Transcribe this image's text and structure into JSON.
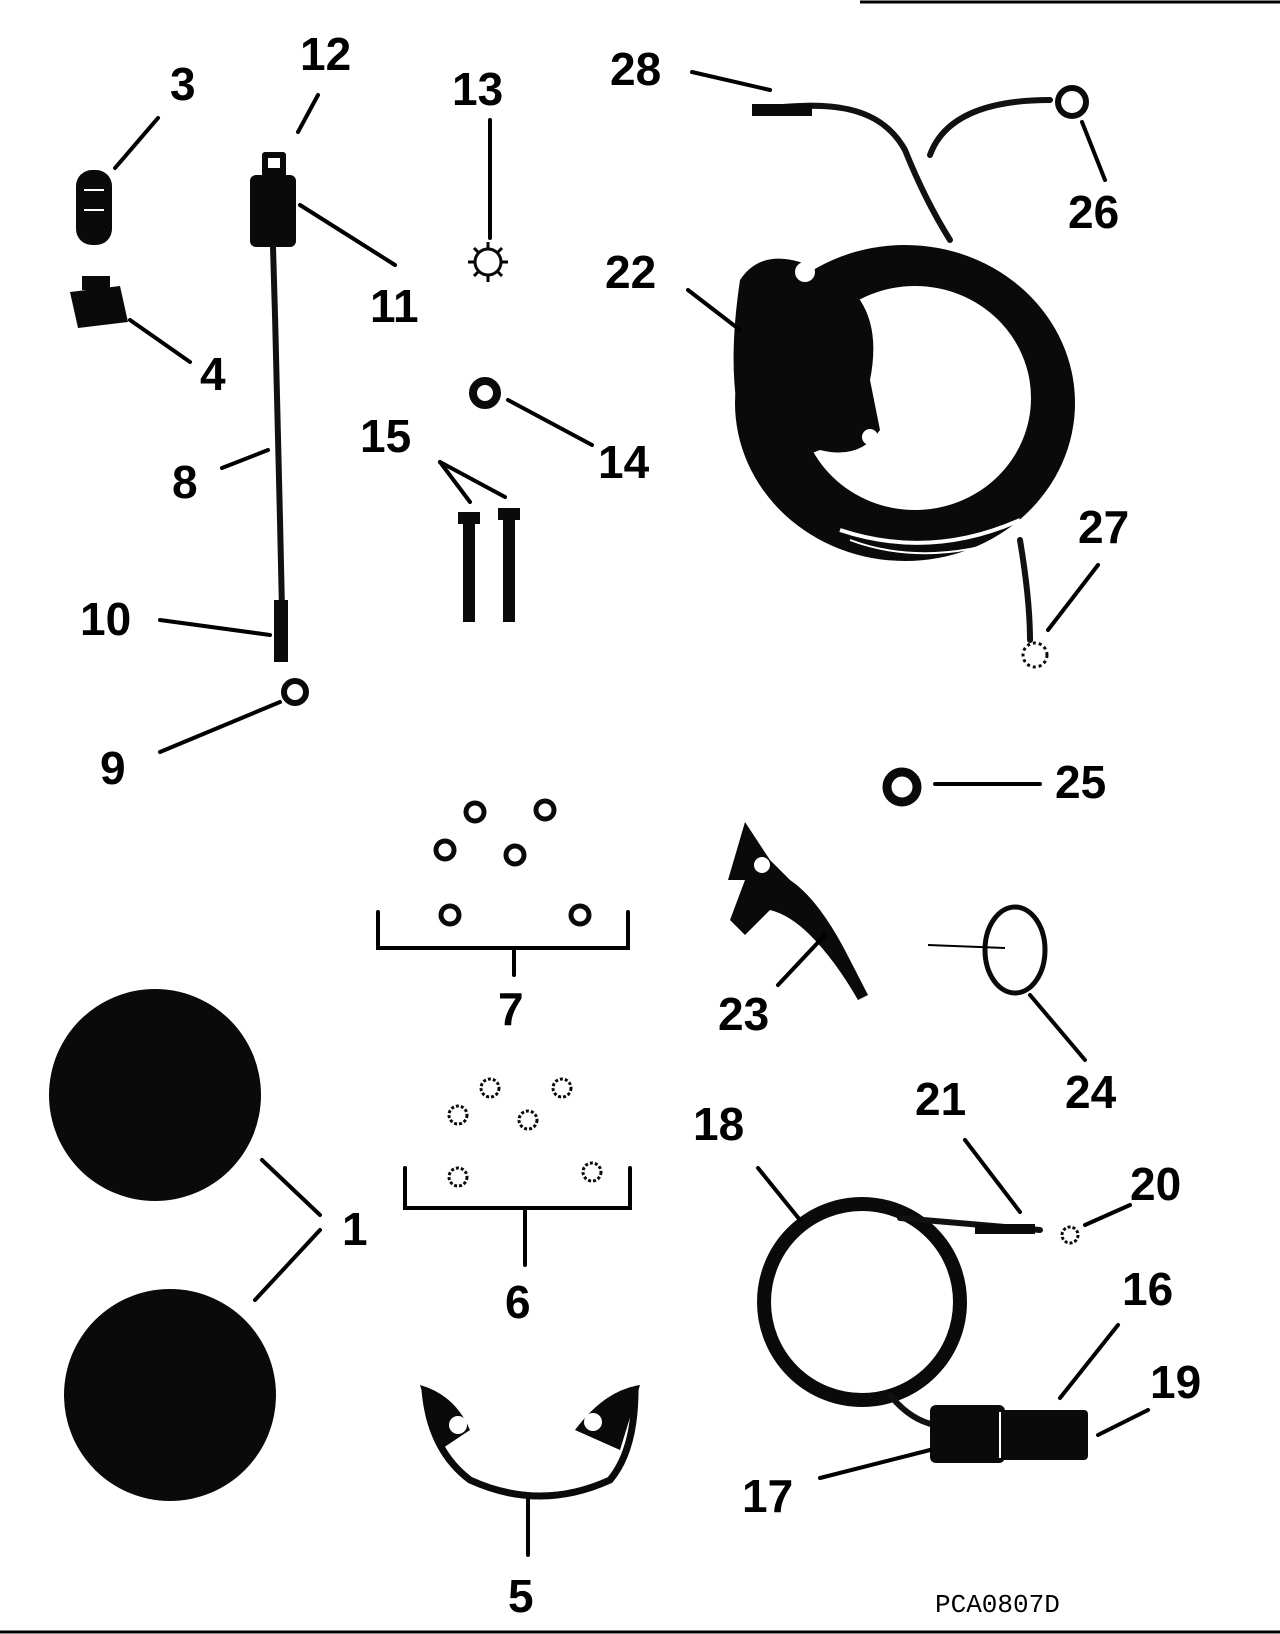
{
  "diagram": {
    "labels": {
      "l1": "1",
      "l3": "3",
      "l4": "4",
      "l5": "5",
      "l6": "6",
      "l7": "7",
      "l8": "8",
      "l9": "9",
      "l10": "10",
      "l11": "11",
      "l12": "12",
      "l13": "13",
      "l14": "14",
      "l15": "15",
      "l16": "16",
      "l17": "17",
      "l18": "18",
      "l19": "19",
      "l20": "20",
      "l21": "21",
      "l22": "22",
      "l23": "23",
      "l24": "24",
      "l25": "25",
      "l26": "26",
      "l27": "27",
      "l28": "28"
    },
    "figure_code": "PCA0807D"
  }
}
